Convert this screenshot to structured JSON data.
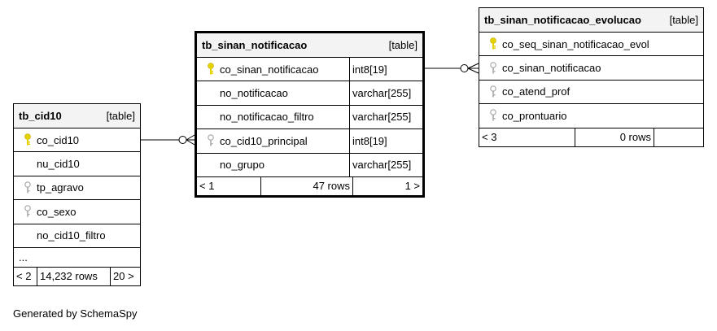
{
  "tables": {
    "cid10": {
      "name": "tb_cid10",
      "type": "[table]",
      "columns": [
        {
          "name": "co_cid10",
          "key": "primary"
        },
        {
          "name": "nu_cid10",
          "key": "none"
        },
        {
          "name": "tp_agravo",
          "key": "foreign"
        },
        {
          "name": "co_sexo",
          "key": "foreign"
        },
        {
          "name": "no_cid10_filtro",
          "key": "none"
        }
      ],
      "ellipsis": "...",
      "footer": {
        "prev": "< 2",
        "rows": "14,232 rows",
        "next": "20 >"
      }
    },
    "notificacao": {
      "name": "tb_sinan_notificacao",
      "type": "[table]",
      "columns": [
        {
          "name": "co_sinan_notificacao",
          "type": "int8[19]",
          "key": "primary"
        },
        {
          "name": "no_notificacao",
          "type": "varchar[255]",
          "key": "none"
        },
        {
          "name": "no_notificacao_filtro",
          "type": "varchar[255]",
          "key": "none"
        },
        {
          "name": "co_cid10_principal",
          "type": "int8[19]",
          "key": "foreign"
        },
        {
          "name": "no_grupo",
          "type": "varchar[255]",
          "key": "none"
        }
      ],
      "footer": {
        "prev": "< 1",
        "rows": "47 rows",
        "next": "1 >"
      }
    },
    "evolucao": {
      "name": "tb_sinan_notificacao_evolucao",
      "type": "[table]",
      "columns": [
        {
          "name": "co_seq_sinan_notificacao_evol",
          "key": "primary"
        },
        {
          "name": "co_sinan_notificacao",
          "key": "foreign"
        },
        {
          "name": "co_atend_prof",
          "key": "foreign"
        },
        {
          "name": "co_prontuario",
          "key": "foreign"
        }
      ],
      "footer": {
        "prev": "< 3",
        "rows": "0 rows",
        "next": ""
      }
    }
  },
  "generated_by": "Generated by SchemaSpy",
  "colors": {
    "primary_key": "#e6d200",
    "foreign_key": "#a8a8a8",
    "header_bg": "#f3f3f3"
  }
}
